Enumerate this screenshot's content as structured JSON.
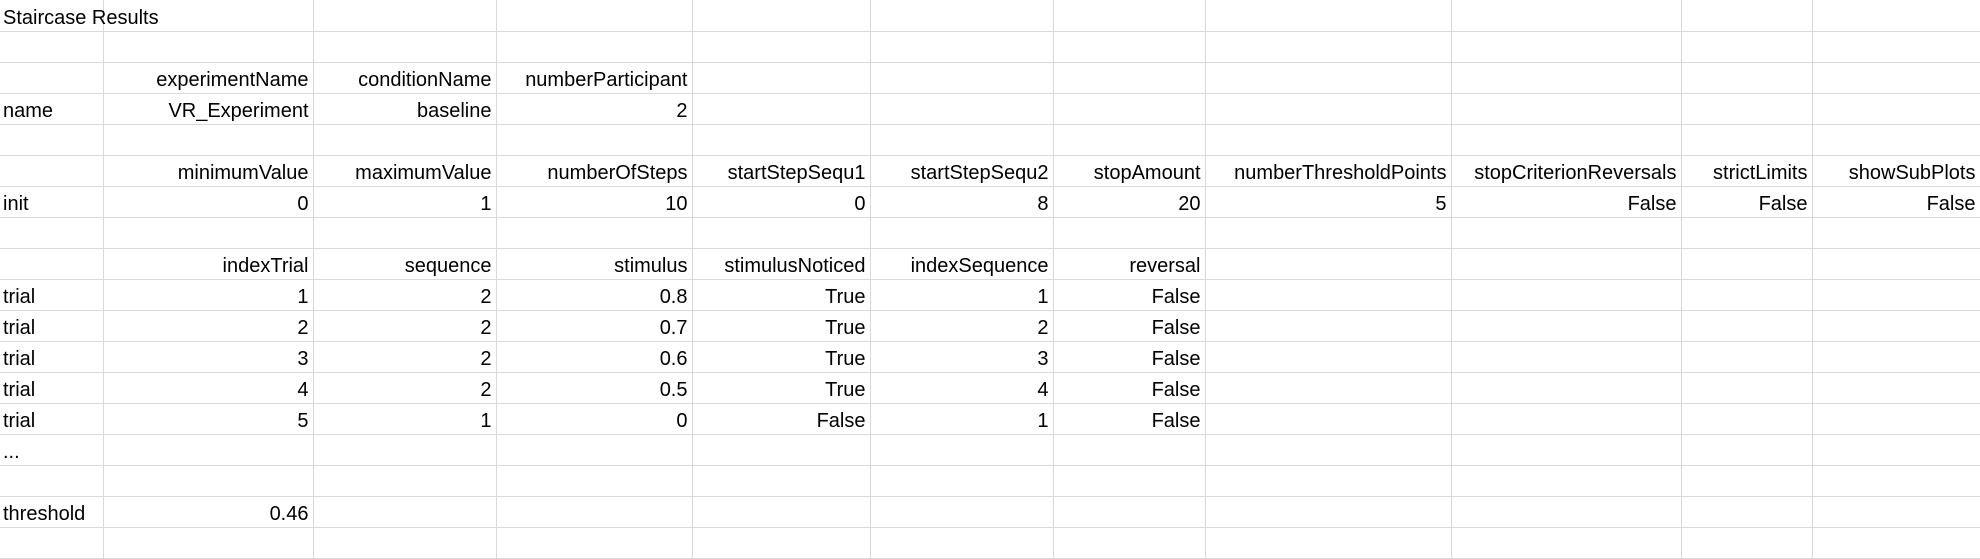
{
  "sheet": {
    "rows": [
      [
        {
          "v": "Staircase Results",
          "a": "l"
        },
        {
          "v": ""
        },
        {
          "v": ""
        },
        {
          "v": ""
        },
        {
          "v": ""
        },
        {
          "v": ""
        },
        {
          "v": ""
        },
        {
          "v": ""
        },
        {
          "v": ""
        },
        {
          "v": ""
        },
        {
          "v": ""
        }
      ],
      [
        {
          "v": ""
        },
        {
          "v": ""
        },
        {
          "v": ""
        },
        {
          "v": ""
        },
        {
          "v": ""
        },
        {
          "v": ""
        },
        {
          "v": ""
        },
        {
          "v": ""
        },
        {
          "v": ""
        },
        {
          "v": ""
        },
        {
          "v": ""
        }
      ],
      [
        {
          "v": ""
        },
        {
          "v": "experimentName",
          "a": "r"
        },
        {
          "v": "conditionName",
          "a": "r"
        },
        {
          "v": "numberParticipant",
          "a": "r"
        },
        {
          "v": ""
        },
        {
          "v": ""
        },
        {
          "v": ""
        },
        {
          "v": ""
        },
        {
          "v": ""
        },
        {
          "v": ""
        },
        {
          "v": ""
        }
      ],
      [
        {
          "v": "name",
          "a": "l"
        },
        {
          "v": "VR_Experiment",
          "a": "r"
        },
        {
          "v": "baseline",
          "a": "r"
        },
        {
          "v": "2",
          "a": "r"
        },
        {
          "v": ""
        },
        {
          "v": ""
        },
        {
          "v": ""
        },
        {
          "v": ""
        },
        {
          "v": ""
        },
        {
          "v": ""
        },
        {
          "v": ""
        }
      ],
      [
        {
          "v": ""
        },
        {
          "v": ""
        },
        {
          "v": ""
        },
        {
          "v": ""
        },
        {
          "v": ""
        },
        {
          "v": ""
        },
        {
          "v": ""
        },
        {
          "v": ""
        },
        {
          "v": ""
        },
        {
          "v": ""
        },
        {
          "v": ""
        }
      ],
      [
        {
          "v": ""
        },
        {
          "v": "minimumValue",
          "a": "r"
        },
        {
          "v": "maximumValue",
          "a": "r"
        },
        {
          "v": "numberOfSteps",
          "a": "r"
        },
        {
          "v": "startStepSequ1",
          "a": "r"
        },
        {
          "v": "startStepSequ2",
          "a": "r"
        },
        {
          "v": "stopAmount",
          "a": "r"
        },
        {
          "v": "numberThresholdPoints",
          "a": "r"
        },
        {
          "v": "stopCriterionReversals",
          "a": "r"
        },
        {
          "v": "strictLimits",
          "a": "r"
        },
        {
          "v": "showSubPlots",
          "a": "r"
        }
      ],
      [
        {
          "v": "init",
          "a": "l"
        },
        {
          "v": "0",
          "a": "r"
        },
        {
          "v": "1",
          "a": "r"
        },
        {
          "v": "10",
          "a": "r"
        },
        {
          "v": "0",
          "a": "r"
        },
        {
          "v": "8",
          "a": "r"
        },
        {
          "v": "20",
          "a": "r"
        },
        {
          "v": "5",
          "a": "r"
        },
        {
          "v": "False",
          "a": "r"
        },
        {
          "v": "False",
          "a": "r"
        },
        {
          "v": "False",
          "a": "r"
        }
      ],
      [
        {
          "v": ""
        },
        {
          "v": ""
        },
        {
          "v": ""
        },
        {
          "v": ""
        },
        {
          "v": ""
        },
        {
          "v": ""
        },
        {
          "v": ""
        },
        {
          "v": ""
        },
        {
          "v": ""
        },
        {
          "v": ""
        },
        {
          "v": ""
        }
      ],
      [
        {
          "v": ""
        },
        {
          "v": "indexTrial",
          "a": "r"
        },
        {
          "v": "sequence",
          "a": "r"
        },
        {
          "v": "stimulus",
          "a": "r"
        },
        {
          "v": "stimulusNoticed",
          "a": "r"
        },
        {
          "v": "indexSequence",
          "a": "r"
        },
        {
          "v": "reversal",
          "a": "r"
        },
        {
          "v": ""
        },
        {
          "v": ""
        },
        {
          "v": ""
        },
        {
          "v": ""
        }
      ],
      [
        {
          "v": "trial",
          "a": "l"
        },
        {
          "v": "1",
          "a": "r"
        },
        {
          "v": "2",
          "a": "r"
        },
        {
          "v": "0.8",
          "a": "r"
        },
        {
          "v": "True",
          "a": "r"
        },
        {
          "v": "1",
          "a": "r"
        },
        {
          "v": "False",
          "a": "r"
        },
        {
          "v": ""
        },
        {
          "v": ""
        },
        {
          "v": ""
        },
        {
          "v": ""
        }
      ],
      [
        {
          "v": "trial",
          "a": "l"
        },
        {
          "v": "2",
          "a": "r"
        },
        {
          "v": "2",
          "a": "r"
        },
        {
          "v": "0.7",
          "a": "r"
        },
        {
          "v": "True",
          "a": "r"
        },
        {
          "v": "2",
          "a": "r"
        },
        {
          "v": "False",
          "a": "r"
        },
        {
          "v": ""
        },
        {
          "v": ""
        },
        {
          "v": ""
        },
        {
          "v": ""
        }
      ],
      [
        {
          "v": "trial",
          "a": "l"
        },
        {
          "v": "3",
          "a": "r"
        },
        {
          "v": "2",
          "a": "r"
        },
        {
          "v": "0.6",
          "a": "r"
        },
        {
          "v": "True",
          "a": "r"
        },
        {
          "v": "3",
          "a": "r"
        },
        {
          "v": "False",
          "a": "r"
        },
        {
          "v": ""
        },
        {
          "v": ""
        },
        {
          "v": ""
        },
        {
          "v": ""
        }
      ],
      [
        {
          "v": "trial",
          "a": "l"
        },
        {
          "v": "4",
          "a": "r"
        },
        {
          "v": "2",
          "a": "r"
        },
        {
          "v": "0.5",
          "a": "r"
        },
        {
          "v": "True",
          "a": "r"
        },
        {
          "v": "4",
          "a": "r"
        },
        {
          "v": "False",
          "a": "r"
        },
        {
          "v": ""
        },
        {
          "v": ""
        },
        {
          "v": ""
        },
        {
          "v": ""
        }
      ],
      [
        {
          "v": "trial",
          "a": "l"
        },
        {
          "v": "5",
          "a": "r"
        },
        {
          "v": "1",
          "a": "r"
        },
        {
          "v": "0",
          "a": "r"
        },
        {
          "v": "False",
          "a": "r"
        },
        {
          "v": "1",
          "a": "r"
        },
        {
          "v": "False",
          "a": "r"
        },
        {
          "v": ""
        },
        {
          "v": ""
        },
        {
          "v": ""
        },
        {
          "v": ""
        }
      ],
      [
        {
          "v": "...",
          "a": "l"
        },
        {
          "v": ""
        },
        {
          "v": ""
        },
        {
          "v": ""
        },
        {
          "v": ""
        },
        {
          "v": ""
        },
        {
          "v": ""
        },
        {
          "v": ""
        },
        {
          "v": ""
        },
        {
          "v": ""
        },
        {
          "v": ""
        }
      ],
      [
        {
          "v": ""
        },
        {
          "v": ""
        },
        {
          "v": ""
        },
        {
          "v": ""
        },
        {
          "v": ""
        },
        {
          "v": ""
        },
        {
          "v": ""
        },
        {
          "v": ""
        },
        {
          "v": ""
        },
        {
          "v": ""
        },
        {
          "v": ""
        }
      ],
      [
        {
          "v": "threshold",
          "a": "l"
        },
        {
          "v": "0.46",
          "a": "r"
        },
        {
          "v": ""
        },
        {
          "v": ""
        },
        {
          "v": ""
        },
        {
          "v": ""
        },
        {
          "v": ""
        },
        {
          "v": ""
        },
        {
          "v": ""
        },
        {
          "v": ""
        },
        {
          "v": ""
        }
      ],
      [
        {
          "v": ""
        },
        {
          "v": ""
        },
        {
          "v": ""
        },
        {
          "v": ""
        },
        {
          "v": ""
        },
        {
          "v": ""
        },
        {
          "v": ""
        },
        {
          "v": ""
        },
        {
          "v": ""
        },
        {
          "v": ""
        },
        {
          "v": ""
        }
      ]
    ]
  }
}
